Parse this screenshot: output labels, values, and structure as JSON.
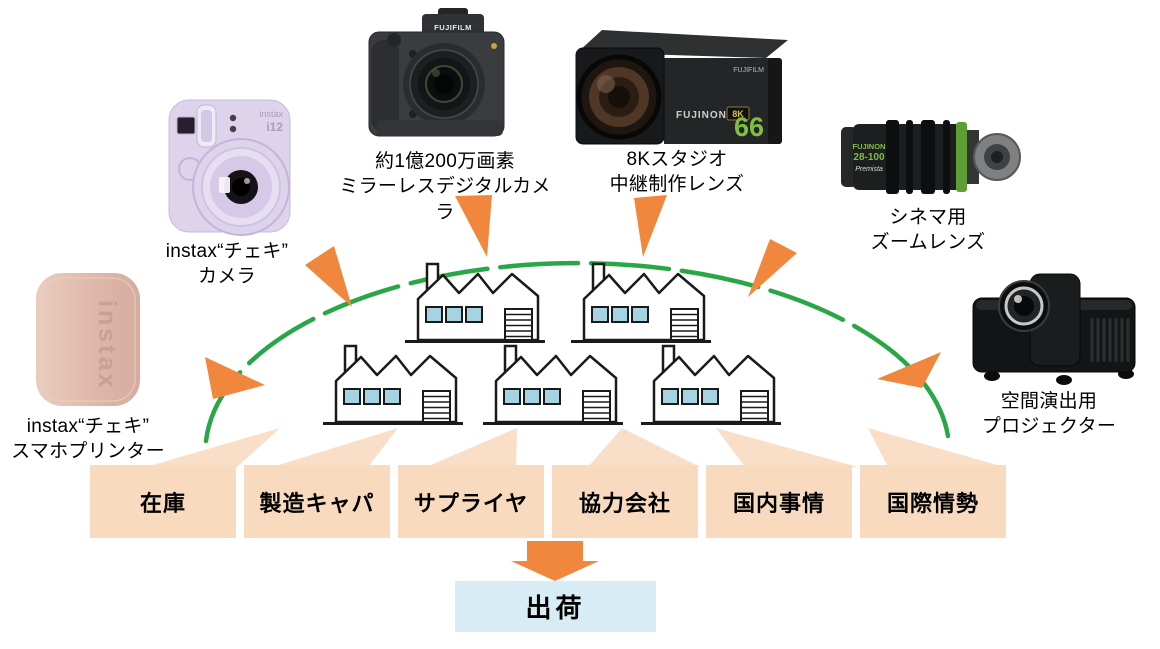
{
  "products": [
    {
      "id": "instax-smartphone-printer",
      "label_lines": [
        "instax“チェキ”",
        "スマホプリンター"
      ],
      "device_text": "instax"
    },
    {
      "id": "instax-camera",
      "label_lines": [
        "instax“チェキ”",
        "カメラ"
      ],
      "device_text": "instax",
      "device_model": "i12"
    },
    {
      "id": "mirrorless-digital-camera",
      "label_lines": [
        "約1億200万画素",
        "ミラーレスデジタルカメラ"
      ],
      "device_text": "FUJIFILM"
    },
    {
      "id": "8k-studio-broadcast-lens",
      "label_lines": [
        "8Kスタジオ",
        "中継制作レンズ"
      ],
      "device_text": "FUJINON",
      "device_badge": "8K",
      "device_number": "66",
      "device_brand": "FUJIFILM"
    },
    {
      "id": "cinema-zoom-lens",
      "label_lines": [
        "シネマ用",
        "ズームレンズ"
      ],
      "device_text": "FUJINON",
      "device_model": "28-100",
      "device_series": "Premista"
    },
    {
      "id": "projector",
      "label_lines": [
        "空間演出用",
        "プロジェクター"
      ]
    }
  ],
  "factors": [
    "在庫",
    "製造キャパ",
    "サプライヤ",
    "協力会社",
    "国内事情",
    "国際情勢"
  ],
  "shipping": {
    "label": "出荷"
  },
  "colors": {
    "arrow_orange": "#F0873C",
    "beam_peach": "#FADFC8",
    "factor_box_peach": "#F8DBBE",
    "arc_green": "#29A746",
    "shipping_blue": "#D8ECF5",
    "factory_window_blue": "#A5D3E2",
    "lens_number_green": "#7FBE41"
  }
}
